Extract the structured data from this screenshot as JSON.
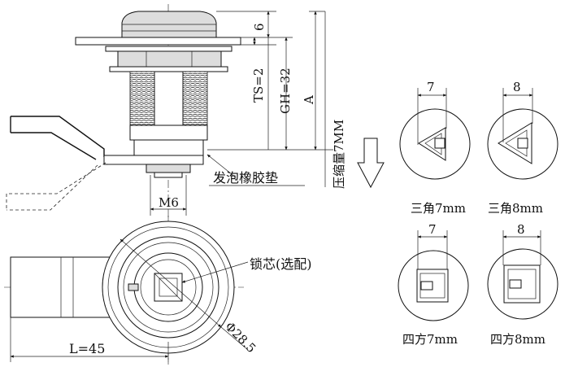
{
  "dimensions": {
    "cap_height": "6",
    "ts": "TS=2",
    "gh": "GH=32",
    "a": "A",
    "press_note": "压缩量7MM",
    "thread": "M6",
    "length": "L=45",
    "diameter": "Φ28.5"
  },
  "labels": {
    "gasket": "发泡橡胶垫",
    "core": "锁芯(选配)"
  },
  "key_variants": [
    {
      "width_label": "7",
      "name": "三角7mm"
    },
    {
      "width_label": "8",
      "name": "三角8mm"
    },
    {
      "width_label": "7",
      "name": "四方7mm"
    },
    {
      "width_label": "8",
      "name": "四方8mm"
    }
  ]
}
